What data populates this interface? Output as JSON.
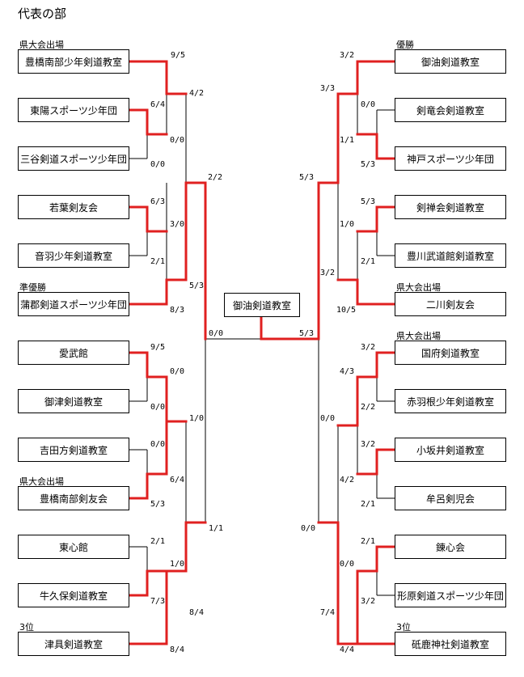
{
  "title": "代表の部",
  "left_teams": [
    "豊橋南部少年剣道教室",
    "東陽スポーツ少年団",
    "三谷剣道スポーツ少年団",
    "若葉剣友会",
    "音羽少年剣道教室",
    "蒲郡剣道スポーツ少年団",
    "愛武館",
    "御津剣道教室",
    "吉田方剣道教室",
    "豊橋南部剣友会",
    "東心館",
    "牛久保剣道教室",
    "津具剣道教室"
  ],
  "right_teams": [
    "御油剣道教室",
    "剣竜会剣道教室",
    "神戸スポーツ少年団",
    "剣禅会剣道教室",
    "豊川武道館剣道教室",
    "二川剣友会",
    "国府剣道教室",
    "赤羽根少年剣道教室",
    "小坂井剣道教室",
    "牟呂剣児会",
    "錬心会",
    "形原剣道スポーツ少年団",
    "砥鹿神社剣道教室"
  ],
  "center_team": "御油剣道教室",
  "notes": {
    "l_ken1": "県大会出場",
    "l_jun": "準優勝",
    "l_ken2": "県大会出場",
    "l_3rd": "3位",
    "r_yusho": "優勝",
    "r_ken1": "県大会出場",
    "r_ken2": "県大会出場",
    "r_3rd": "3位"
  },
  "scores": {
    "l1": "9/5",
    "l2": "4/2",
    "l3": "6/4",
    "l4": "0/0",
    "l5": "0/0",
    "l6": "2/2",
    "l7": "6/3",
    "l8": "3/0",
    "l9": "2/1",
    "l10": "5/3",
    "l11": "8/3",
    "c1": "0/0",
    "c2": "5/3",
    "l12": "9/5",
    "l13": "0/0",
    "l14": "0/0",
    "l15": "1/0",
    "l16": "0/0",
    "l17": "6/4",
    "l18": "5/3",
    "l19": "1/1",
    "l20": "2/1",
    "l21": "1/0",
    "l22": "7/3",
    "l23": "8/4",
    "l24": "8/4",
    "r1": "3/2",
    "r2": "3/3",
    "r3": "0/0",
    "r4": "1/1",
    "r5": "5/3",
    "r6": "5/3",
    "r7": "5/3",
    "r8": "1/0",
    "r9": "2/1",
    "r10": "3/2",
    "r11": "10/5",
    "r12": "3/2",
    "r13": "4/3",
    "r14": "2/2",
    "r15": "0/0",
    "r16": "3/2",
    "r17": "4/2",
    "r18": "2/1",
    "r19": "0/0",
    "r20": "2/1",
    "r21": "0/0",
    "r22": "3/2",
    "r23": "7/4",
    "r24": "4/4"
  }
}
